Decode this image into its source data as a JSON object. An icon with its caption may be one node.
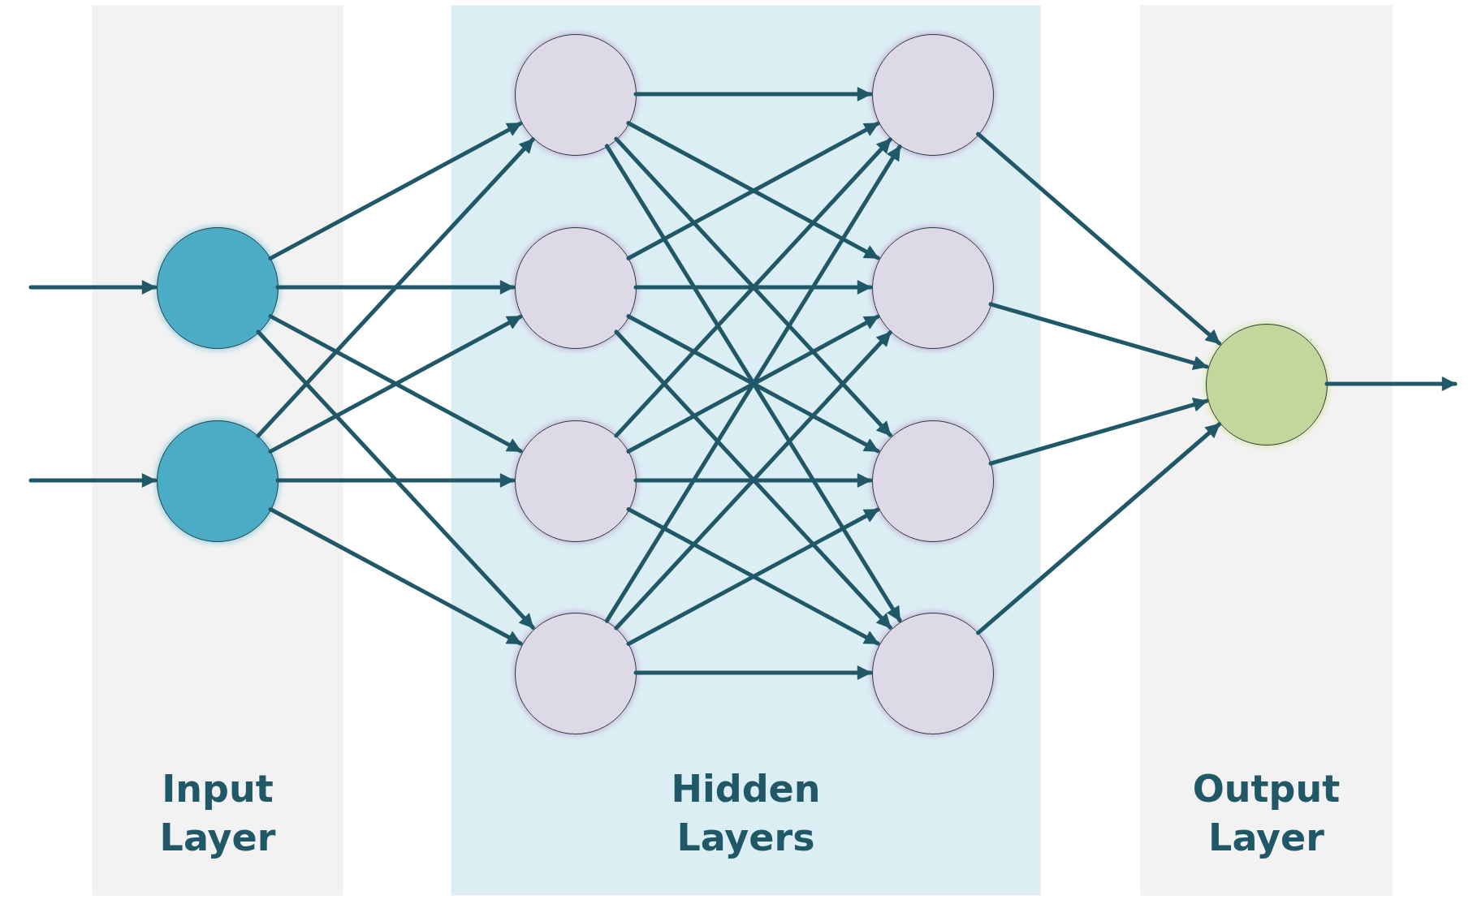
{
  "diagram": {
    "nodes": [
      {
        "text": [
          "Input Layer"
        ]
      },
      {
        "text": [],
        "shape": "circle",
        "in": 0
      },
      {
        "text": [],
        "shape": "circle",
        "in": 0
      },
      {
        "text": [
          "Hidden Layers"
        ]
      },
      {
        "text": [],
        "shape": "circle",
        "in": 3
      },
      {
        "text": [],
        "shape": "circle",
        "in": 3
      },
      {
        "text": [],
        "shape": "circle",
        "in": 3
      },
      {
        "text": [],
        "shape": "circle",
        "in": 3
      },
      {
        "text": [],
        "shape": "circle",
        "in": 3
      },
      {
        "text": [],
        "shape": "circle",
        "in": 3
      },
      {
        "text": [],
        "shape": "circle",
        "in": 3
      },
      {
        "text": [],
        "shape": "circle",
        "in": 3
      },
      {
        "text": [
          "Output Layer"
        ]
      },
      {
        "text": [],
        "shape": "circle",
        "in": 12
      }
    ],
    "edges": [
      {
        "from": null,
        "to": 1,
        "arrow": "to"
      },
      {
        "from": null,
        "to": 2,
        "arrow": "to"
      },
      {
        "from": 1,
        "to": 4,
        "arrow": "to"
      },
      {
        "from": 1,
        "to": 5,
        "arrow": "to"
      },
      {
        "from": 1,
        "to": 6,
        "arrow": "to"
      },
      {
        "from": 1,
        "to": 7,
        "arrow": "to"
      },
      {
        "from": 2,
        "to": 4,
        "arrow": "to"
      },
      {
        "from": 2,
        "to": 5,
        "arrow": "to"
      },
      {
        "from": 2,
        "to": 6,
        "arrow": "to"
      },
      {
        "from": 2,
        "to": 7,
        "arrow": "to"
      },
      {
        "from": 4,
        "to": 8,
        "arrow": "to"
      },
      {
        "from": 4,
        "to": 9,
        "arrow": "to"
      },
      {
        "from": 4,
        "to": 10,
        "arrow": "to"
      },
      {
        "from": 4,
        "to": 11,
        "arrow": "to"
      },
      {
        "from": 5,
        "to": 8,
        "arrow": "to"
      },
      {
        "from": 5,
        "to": 9,
        "arrow": "to"
      },
      {
        "from": 5,
        "to": 10,
        "arrow": "to"
      },
      {
        "from": 5,
        "to": 11,
        "arrow": "to"
      },
      {
        "from": 6,
        "to": 8,
        "arrow": "to"
      },
      {
        "from": 6,
        "to": 9,
        "arrow": "to"
      },
      {
        "from": 6,
        "to": 10,
        "arrow": "to"
      },
      {
        "from": 6,
        "to": 11,
        "arrow": "to"
      },
      {
        "from": 7,
        "to": 8,
        "arrow": "to"
      },
      {
        "from": 7,
        "to": 9,
        "arrow": "to"
      },
      {
        "from": 7,
        "to": 10,
        "arrow": "to"
      },
      {
        "from": 7,
        "to": 11,
        "arrow": "to"
      },
      {
        "from": 8,
        "to": 13,
        "arrow": "to"
      },
      {
        "from": 9,
        "to": 13,
        "arrow": "to"
      },
      {
        "from": 10,
        "to": 13,
        "arrow": "to"
      },
      {
        "from": 11,
        "to": 13,
        "arrow": "to"
      },
      {
        "from": 13,
        "to": null,
        "arrow": "to"
      }
    ]
  }
}
